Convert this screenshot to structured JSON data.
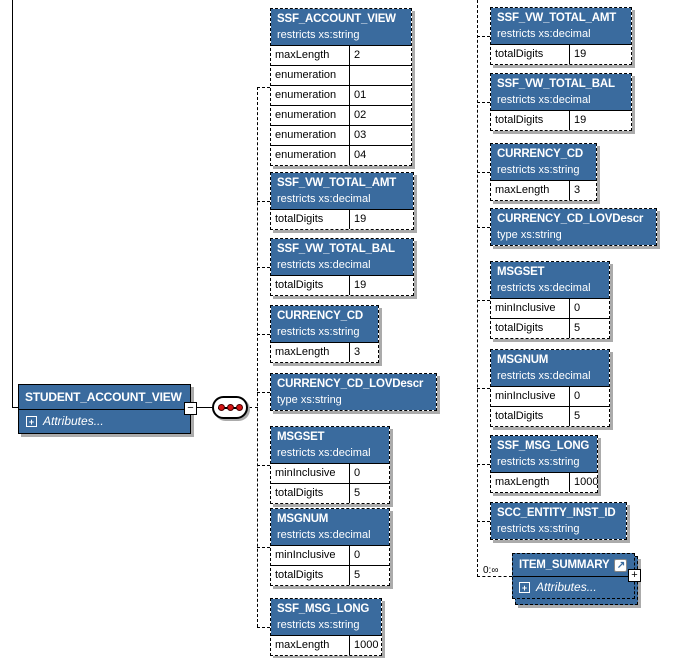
{
  "icons": {
    "plus": "+",
    "minus": "−",
    "link_arrow": "↗"
  },
  "colors": {
    "box_blue": "#3A6B9E",
    "shadow_gray": "#ABABAB",
    "dot_red": "#D31414",
    "line_black": "#000000"
  },
  "diagram": {
    "root": {
      "name": "STUDENT_ACCOUNT_VIEW",
      "attributes_label": "Attributes..."
    },
    "compositor": "sequence",
    "occurrence_label": "0:∞",
    "columns": [
      {
        "boxes": [
          {
            "name": "SSF_ACCOUNT_VIEW",
            "subtitle": "restricts xs:string",
            "facets": [
              {
                "name": "maxLength",
                "value": "2"
              },
              {
                "name": "enumeration",
                "value": ""
              },
              {
                "name": "enumeration",
                "value": "01"
              },
              {
                "name": "enumeration",
                "value": "02"
              },
              {
                "name": "enumeration",
                "value": "03"
              },
              {
                "name": "enumeration",
                "value": "04"
              }
            ]
          },
          {
            "name": "SSF_VW_TOTAL_AMT",
            "subtitle": "restricts xs:decimal",
            "facets": [
              {
                "name": "totalDigits",
                "value": "19"
              }
            ]
          },
          {
            "name": "SSF_VW_TOTAL_BAL",
            "subtitle": "restricts xs:decimal",
            "facets": [
              {
                "name": "totalDigits",
                "value": "19"
              }
            ]
          },
          {
            "name": "CURRENCY_CD",
            "subtitle": "restricts xs:string",
            "facets": [
              {
                "name": "maxLength",
                "value": "3"
              }
            ]
          },
          {
            "name": "CURRENCY_CD_LOVDescr",
            "subtitle": "type xs:string",
            "facets": []
          },
          {
            "name": "MSGSET",
            "subtitle": "restricts xs:decimal",
            "facets": [
              {
                "name": "minInclusive",
                "value": "0"
              },
              {
                "name": "totalDigits",
                "value": "5"
              }
            ]
          },
          {
            "name": "MSGNUM",
            "subtitle": "restricts xs:decimal",
            "facets": [
              {
                "name": "minInclusive",
                "value": "0"
              },
              {
                "name": "totalDigits",
                "value": "5"
              }
            ]
          },
          {
            "name": "SSF_MSG_LONG",
            "subtitle": "restricts xs:string",
            "facets": [
              {
                "name": "maxLength",
                "value": "1000"
              }
            ]
          }
        ]
      },
      {
        "boxes": [
          {
            "name": "SSF_VW_TOTAL_AMT",
            "subtitle": "restricts xs:decimal",
            "facets": [
              {
                "name": "totalDigits",
                "value": "19"
              }
            ]
          },
          {
            "name": "SSF_VW_TOTAL_BAL",
            "subtitle": "restricts xs:decimal",
            "facets": [
              {
                "name": "totalDigits",
                "value": "19"
              }
            ]
          },
          {
            "name": "CURRENCY_CD",
            "subtitle": "restricts xs:string",
            "facets": [
              {
                "name": "maxLength",
                "value": "3"
              }
            ]
          },
          {
            "name": "CURRENCY_CD_LOVDescr",
            "subtitle": "type xs:string",
            "facets": []
          },
          {
            "name": "MSGSET",
            "subtitle": "restricts xs:decimal",
            "facets": [
              {
                "name": "minInclusive",
                "value": "0"
              },
              {
                "name": "totalDigits",
                "value": "5"
              }
            ]
          },
          {
            "name": "MSGNUM",
            "subtitle": "restricts xs:decimal",
            "facets": [
              {
                "name": "minInclusive",
                "value": "0"
              },
              {
                "name": "totalDigits",
                "value": "5"
              }
            ]
          },
          {
            "name": "SSF_MSG_LONG",
            "subtitle": "restricts xs:string",
            "facets": [
              {
                "name": "maxLength",
                "value": "1000"
              }
            ]
          },
          {
            "name": "SCC_ENTITY_INST_ID",
            "subtitle": "restricts xs:string",
            "facets": []
          },
          {
            "name": "ITEM_SUMMARY",
            "facets": [],
            "stacked": true,
            "expandable": true,
            "link_icon": true,
            "attributes_label": "Attributes...",
            "occurrence": "0:∞"
          }
        ]
      }
    ]
  }
}
